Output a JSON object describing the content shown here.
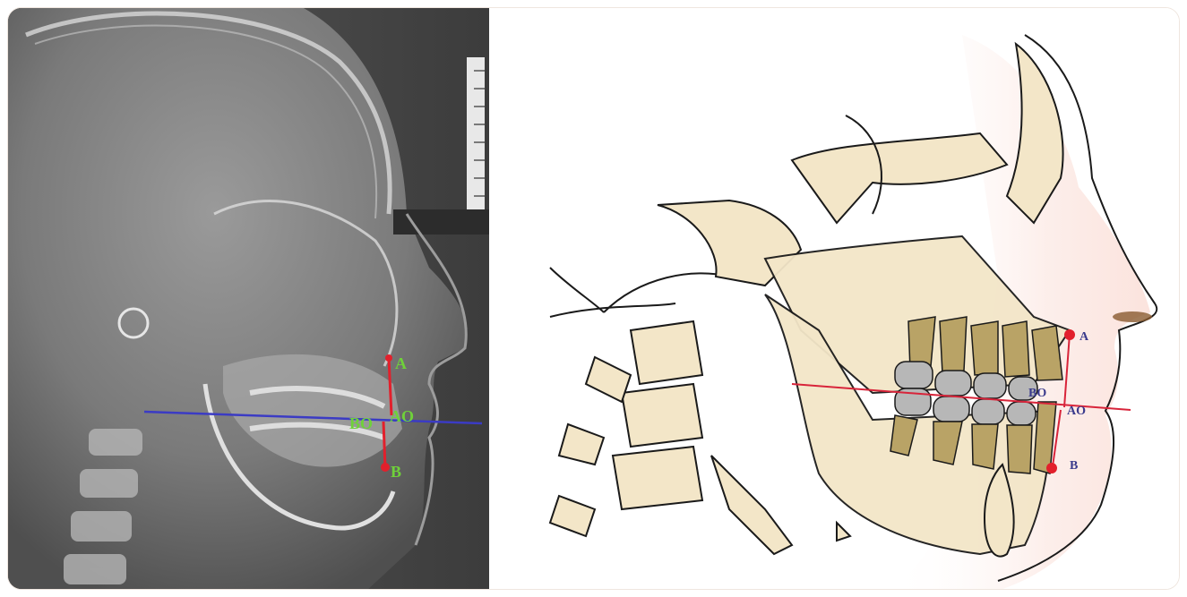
{
  "xray_panel": {
    "labels": {
      "a": "A",
      "b": "B",
      "ao": "AO",
      "bo": "BO"
    },
    "colors": {
      "label": "#6fd13a",
      "vertical_line": "#e2202c",
      "occlusal_line": "#3b3bc4"
    }
  },
  "tracing_panel": {
    "labels": {
      "a": "A",
      "b": "B",
      "ao": "AO",
      "bo": "BO"
    },
    "colors": {
      "label": "#3a3a8c",
      "point": "#e2202c",
      "line": "#d8243a",
      "bone": "#f3e6c8",
      "tooth_crown": "#b9a366",
      "enamel": "#b7b7b7",
      "soft_tissue": "#fbe3dd"
    }
  }
}
